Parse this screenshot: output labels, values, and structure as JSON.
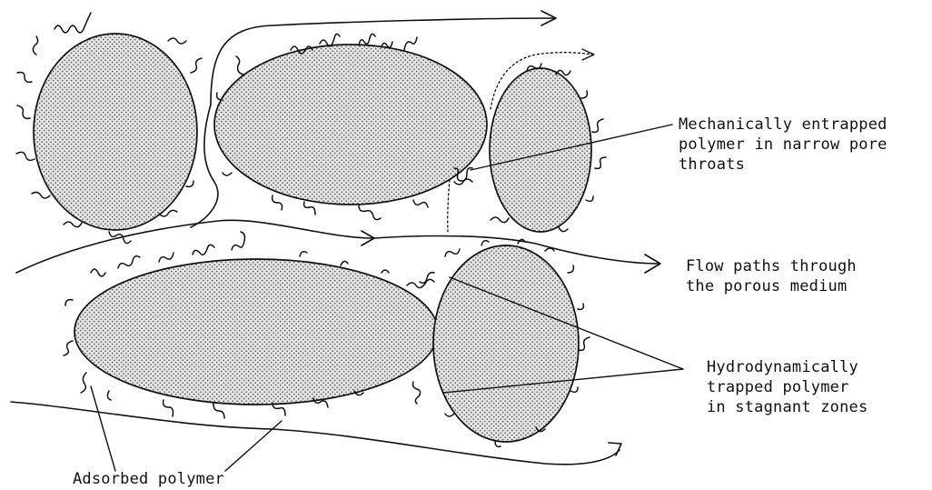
{
  "labels": {
    "mechanical": {
      "line1": "Mechanically entrapped",
      "line2": "polymer in narrow pore",
      "line3": "throats"
    },
    "flow": {
      "line1": "Flow paths through",
      "line2": "the porous medium"
    },
    "hydrodynamic": {
      "line1": "Hydrodynamically",
      "line2": "trapped polymer",
      "line3": "in stagnant zones"
    },
    "adsorbed": {
      "line1": "Adsorbed polymer"
    }
  },
  "colors": {
    "ink": "#111111",
    "grain_fill": "#d9d9d9",
    "grain_stipple": "#555555"
  }
}
